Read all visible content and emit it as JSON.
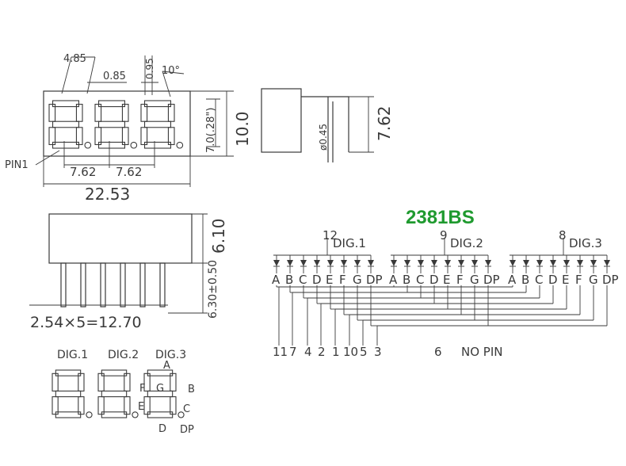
{
  "title": {
    "text": "2381BS",
    "color": "#1f9a2f"
  },
  "dimensions": {
    "top_width": "22.53",
    "digit_pitch_1": "7.62",
    "digit_pitch_2": "7.62",
    "digit_width": "4.85",
    "dp_offset": "0.85",
    "seg_width": "0.95",
    "angle": "10°",
    "digit_height": "7.0(.28\")",
    "body_height": "10.0",
    "pin_label": "PIN1",
    "pin_dia": "ø0.45",
    "row_spacing": "7.62",
    "side_height": "6.10",
    "pin_length": "6.30±0.50",
    "pin_pitch": "2.54×5=12.70"
  },
  "bottom_view": {
    "digit_labels": [
      "DIG.1",
      "DIG.2",
      "DIG.3"
    ],
    "segment_labels": {
      "a": "A",
      "b": "B",
      "c": "C",
      "d": "D",
      "e": "E",
      "f": "F",
      "g": "G",
      "dp": "DP"
    }
  },
  "schematic": {
    "digits": [
      {
        "pin": "12",
        "label": "DIG.1"
      },
      {
        "pin": "9",
        "label": "DIG.2"
      },
      {
        "pin": "8",
        "label": "DIG.3"
      }
    ],
    "segments": [
      "A",
      "B",
      "C",
      "D",
      "E",
      "F",
      "G",
      "DP"
    ],
    "segment_pins": [
      "11",
      "7",
      "4",
      "2",
      "1",
      "10",
      "5",
      "3"
    ],
    "nc_pin": "6",
    "nc_label": "NO PIN"
  }
}
